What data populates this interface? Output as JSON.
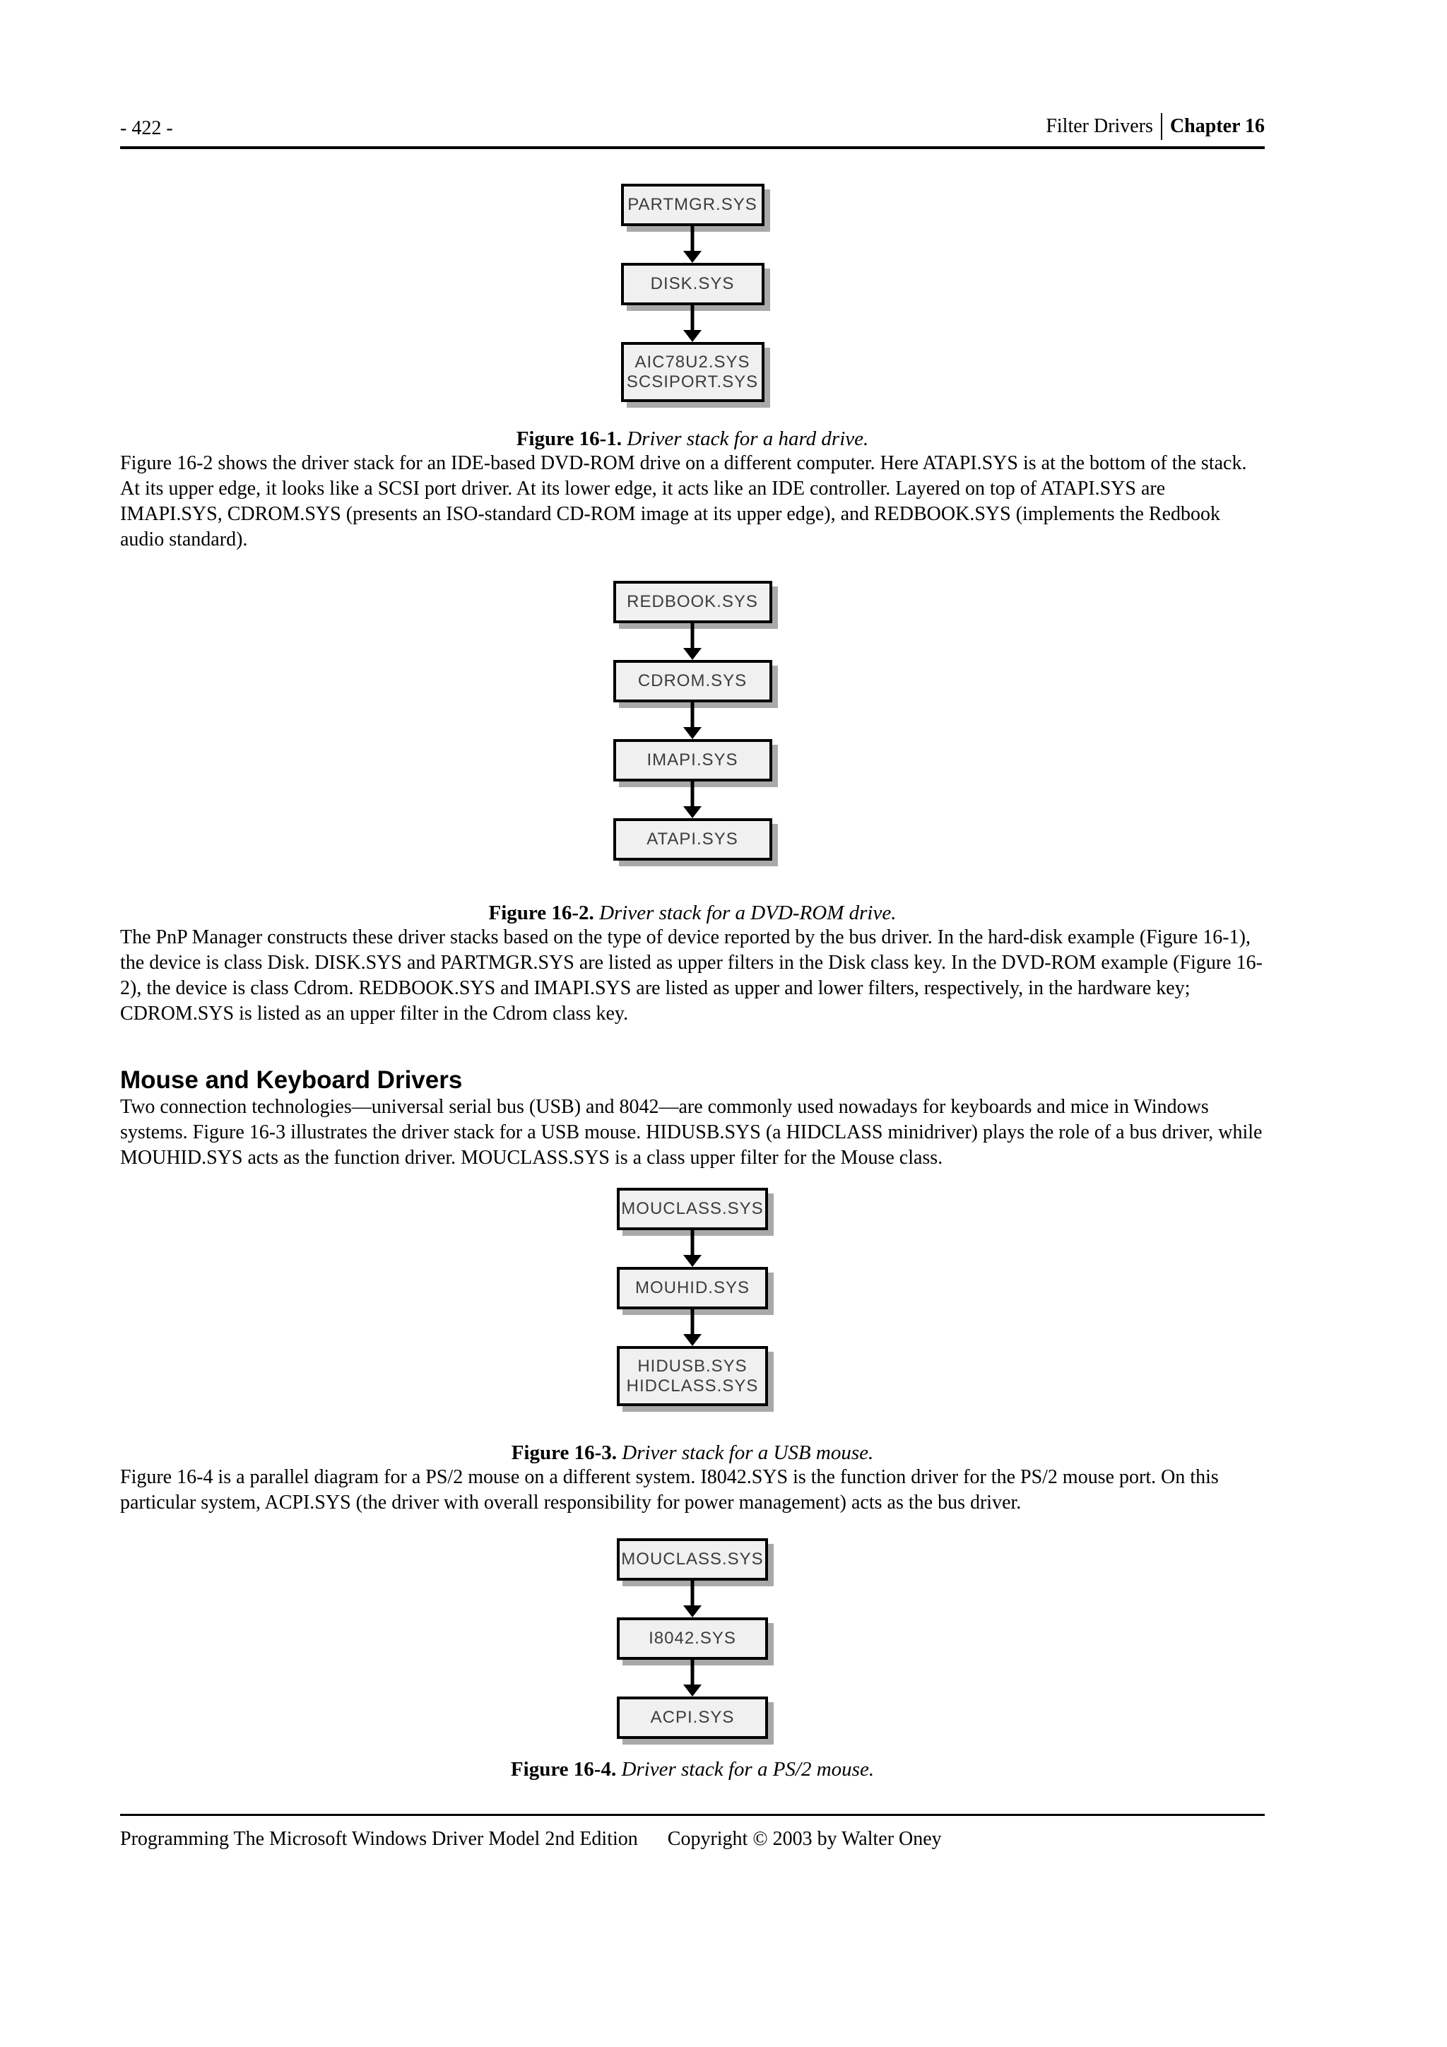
{
  "header": {
    "page_number": "- 422 -",
    "section": "Filter Drivers",
    "chapter": "Chapter 16"
  },
  "figures": [
    {
      "id": "figure-16-1",
      "boxes": [
        [
          "PARTMGR.SYS"
        ],
        [
          "DISK.SYS"
        ],
        [
          "AIC78U2.SYS",
          "SCSIPORT.SYS"
        ]
      ],
      "caption_label": "Figure 16-1.",
      "caption_text": "Driver stack for a hard drive."
    },
    {
      "id": "figure-16-2",
      "boxes": [
        [
          "REDBOOK.SYS"
        ],
        [
          "CDROM.SYS"
        ],
        [
          "IMAPI.SYS"
        ],
        [
          "ATAPI.SYS"
        ]
      ],
      "caption_label": "Figure 16-2.",
      "caption_text": "Driver stack for a DVD-ROM drive."
    },
    {
      "id": "figure-16-3",
      "boxes": [
        [
          "MOUCLASS.SYS"
        ],
        [
          "MOUHID.SYS"
        ],
        [
          "HIDUSB.SYS",
          "HIDCLASS.SYS"
        ]
      ],
      "caption_label": "Figure 16-3.",
      "caption_text": "Driver stack for a USB mouse."
    },
    {
      "id": "figure-16-4",
      "boxes": [
        [
          "MOUCLASS.SYS"
        ],
        [
          "I8042.SYS"
        ],
        [
          "ACPI.SYS"
        ]
      ],
      "caption_label": "Figure 16-4.",
      "caption_text": "Driver stack for a PS/2 mouse."
    }
  ],
  "paragraphs": {
    "p1": "Figure 16-2 shows the driver stack for an IDE-based DVD-ROM drive on a different computer. Here ATAPI.SYS is at the bottom of the stack. At its upper edge, it looks like a SCSI port driver. At its lower edge, it acts like an IDE controller. Layered on top of ATAPI.SYS are IMAPI.SYS, CDROM.SYS (presents an ISO-standard CD-ROM image at its upper edge), and REDBOOK.SYS (implements the Redbook audio standard).",
    "p2": "The PnP Manager constructs these driver stacks based on the type of device reported by the bus driver. In the hard-disk example (Figure 16-1), the device is class Disk. DISK.SYS and PARTMGR.SYS are listed as upper filters in the Disk class key. In the DVD-ROM example (Figure 16-2), the device is class Cdrom. REDBOOK.SYS and IMAPI.SYS are listed as upper and lower filters, respectively, in the hardware key; CDROM.SYS is listed as an upper filter in the Cdrom class key.",
    "p3": "Two connection technologies—universal serial bus (USB) and 8042—are commonly used nowadays for keyboards and mice in Windows systems. Figure 16-3 illustrates the driver stack for a USB mouse. HIDUSB.SYS (a HIDCLASS minidriver) plays the role of a bus driver, while MOUHID.SYS acts as the function driver. MOUCLASS.SYS is a class upper filter for the Mouse class.",
    "p4": "Figure 16-4 is a parallel diagram for a PS/2 mouse on a different system. I8042.SYS is the function driver for the PS/2 mouse port. On this particular system, ACPI.SYS (the driver with overall responsibility for power management) acts as the bus driver."
  },
  "heading": "Mouse and Keyboard Drivers",
  "footer": {
    "book_title": "Programming The Microsoft Windows Driver Model 2nd Edition",
    "copyright": "Copyright © 2003 by Walter Oney"
  },
  "colors": {
    "box_fill": "#f0f0f0",
    "box_border": "#000000",
    "box_shadow": "#a9a9a9",
    "box_text": "#3c3c3c",
    "page_background": "#ffffff",
    "text": "#000000"
  }
}
